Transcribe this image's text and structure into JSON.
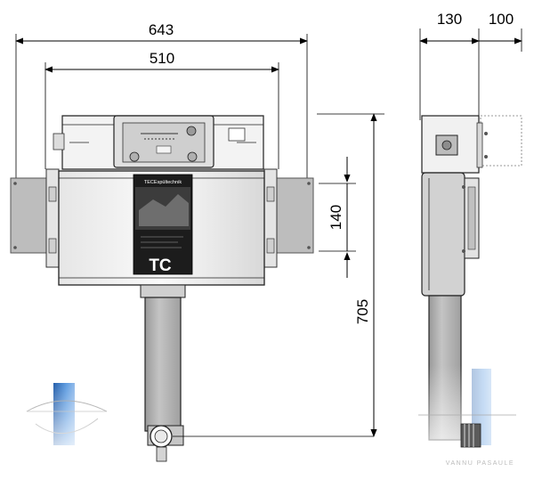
{
  "dimensions": {
    "overall_width": "643",
    "frame_width": "510",
    "side_depth_front": "130",
    "side_depth_rear": "100",
    "mount_spacing": "140",
    "overall_height": "705"
  },
  "poster": {
    "brand_line": "TECEspültechnik",
    "logo": "TC"
  },
  "watermark": "VANNU PASAULE",
  "colors": {
    "line": "#000000",
    "metal_light": "#f2f2f2",
    "metal_mid": "#c8c8c8",
    "bracket": "#b9b9b9",
    "pipe": "#b3b3b3",
    "accent_blue": "#3a78c2"
  }
}
